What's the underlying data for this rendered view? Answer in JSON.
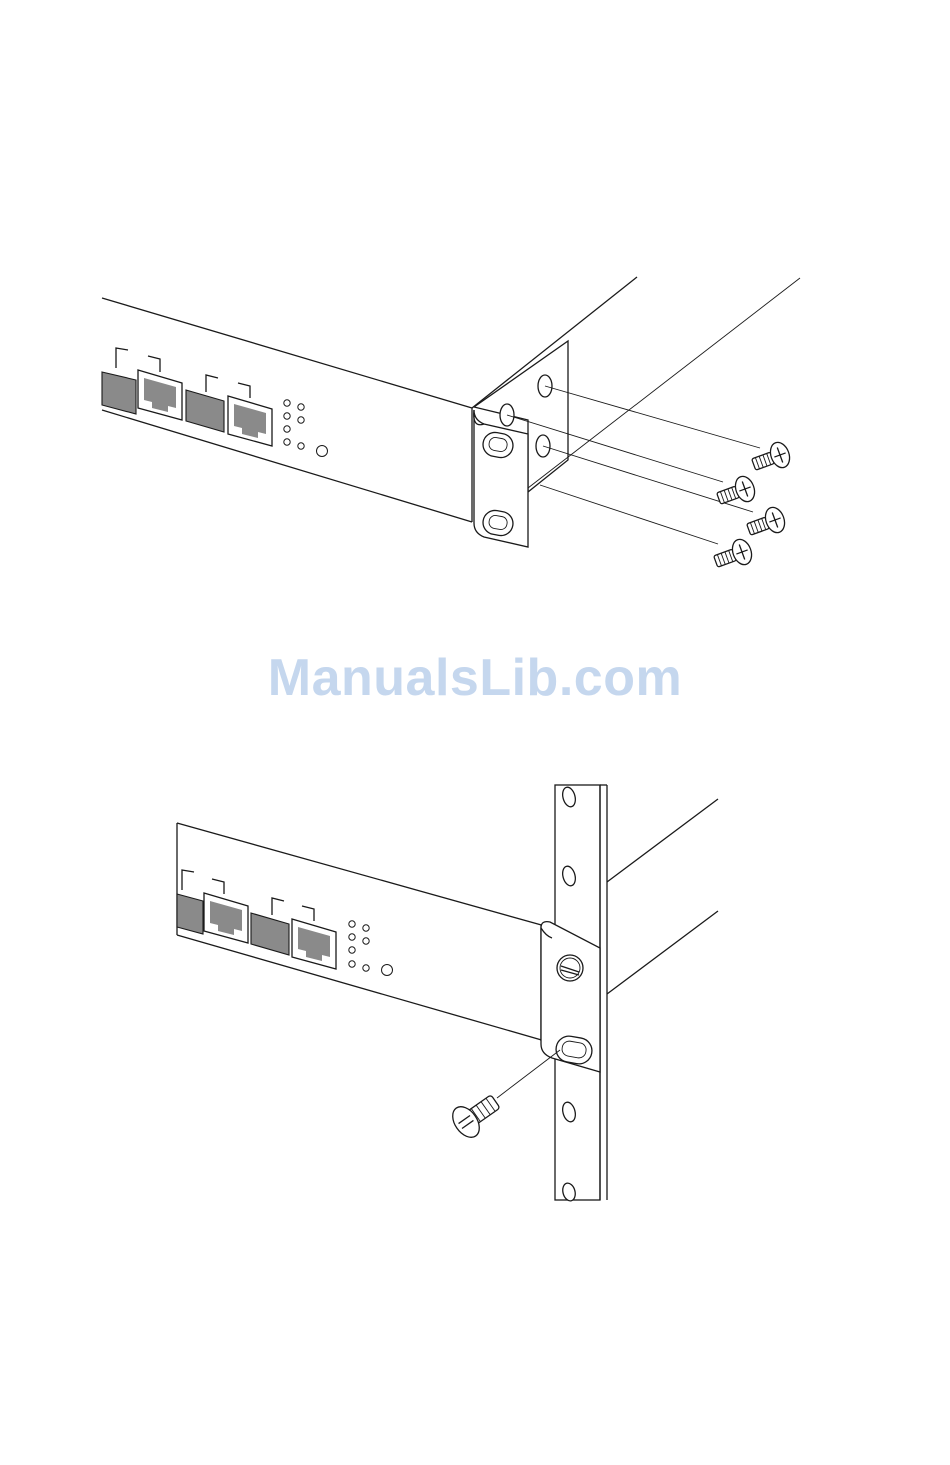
{
  "watermark": {
    "text": "ManualsLib.com",
    "color": "#c5d7ee"
  },
  "figures": [
    {
      "id": "bracket-attach",
      "parts": [
        "switch-chassis",
        "mounting-bracket",
        "bracket-screws"
      ],
      "screw_count": 4
    },
    {
      "id": "rack-mount",
      "parts": [
        "switch-chassis",
        "mounting-bracket",
        "rack-rail",
        "rack-screw"
      ],
      "screw_count": 1
    }
  ],
  "colors": {
    "line": "#1a1a1a",
    "port_fill": "#8a8a8a",
    "background": "#ffffff"
  }
}
